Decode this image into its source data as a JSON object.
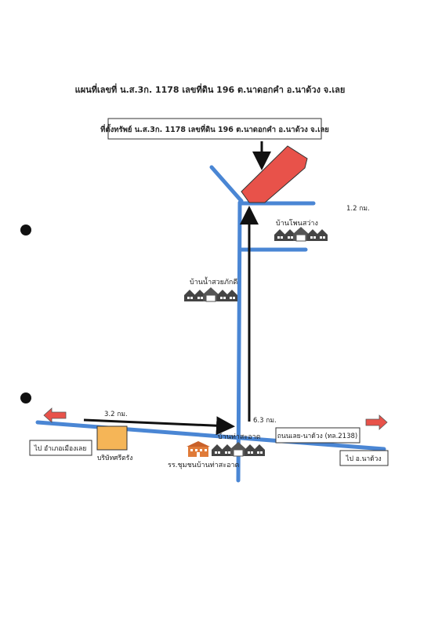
{
  "title": "แผนที่เลขที่ น.ส.3ก. 1178 เลขที่ดิน 196 ต.นาดอกคำ อ.นาด้วง จ.เลย",
  "property_box_label": "ที่ตั้งทรัพย์ น.ส.3ก. 1178 เลขที่ดิน 196 ต.นาดอกคำ อ.นาด้วง จ.เลย",
  "distances": {
    "top_right": "1.2 กม.",
    "west_segment": "3.2 กม.",
    "north_segment": "6.3 กม."
  },
  "villages": {
    "phon_sawang": "บ้านโพนสว่าง",
    "nam_suay_phakdi": "บ้านน้ำสวยภักดี",
    "tha_sa_at": "บ้านท่าสะอาด"
  },
  "road_label": "ถนนเลย-นาด้วง (ทล.2138)",
  "destinations": {
    "west": "ไป อำเภอเมืองเลย",
    "east": "ไป อ.นาด้วง"
  },
  "landmarks": {
    "company": "บริษัทศรีตรัง",
    "school": "รร.ชุมชนบ้านท่าสะอาด"
  },
  "colors": {
    "road": "#4a86d4",
    "property": "#e8524a",
    "company": "#f5b557",
    "arrow": "#111111",
    "direction_arrow": "#e8524a",
    "school": "#e07b39"
  }
}
